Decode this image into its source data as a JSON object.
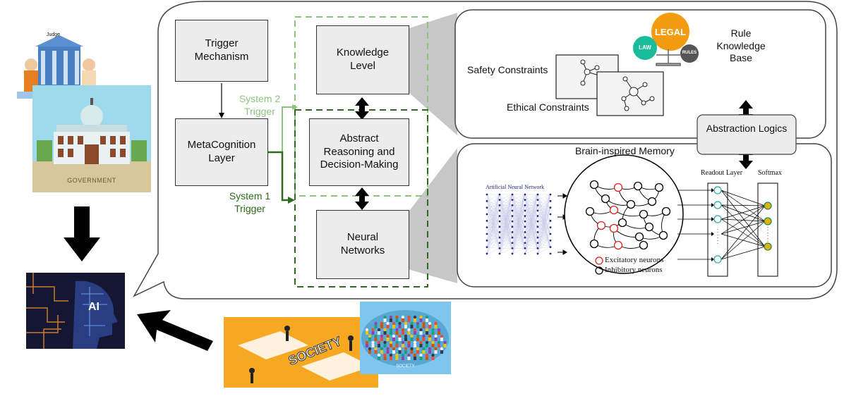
{
  "images": {
    "judge": {
      "caption": "Judge"
    },
    "government": {
      "caption": "GOVERNMENT"
    },
    "ai": {
      "caption": "AI"
    },
    "society_street": {
      "caption": "SOCIETY"
    },
    "society_crowd": {
      "caption": "SOCIETY"
    }
  },
  "system": {
    "trigger_mechanism": "Trigger Mechanism",
    "metacognition_layer": "MetaCognition Layer",
    "knowledge_level": "Knowledge Level",
    "abstract_reasoning": "Abstract Reasoning and Decision-Making",
    "neural_networks": "Neural Networks",
    "system2_trigger": "System 2 Trigger",
    "system1_trigger": "System 1 Trigger"
  },
  "knowledge_panel": {
    "rule_kb": "Rule Knowledge Base",
    "safety_constraints": "Safety Constraints",
    "ethical_constraints": "Ethical Constraints",
    "badge_legal": "LEGAL",
    "badge_law": "LAW",
    "badge_rules": "RULES"
  },
  "abstraction_logics": "Abstraction Logics",
  "memory_panel": {
    "title": "Brain-inspired Memory",
    "ann_label": "Artificial Neural Network",
    "readout_label": "Readout Layer",
    "softmax_label": "Softmax",
    "excitatory": "Excitatory neurons",
    "inhibitory": "Inhibitory neurons"
  },
  "colors": {
    "system2": "#8cc47a",
    "system1": "#2e6b1c",
    "box_fill": "#ececec",
    "legal_orange": "#f39c12",
    "law_teal": "#1abc9c"
  }
}
